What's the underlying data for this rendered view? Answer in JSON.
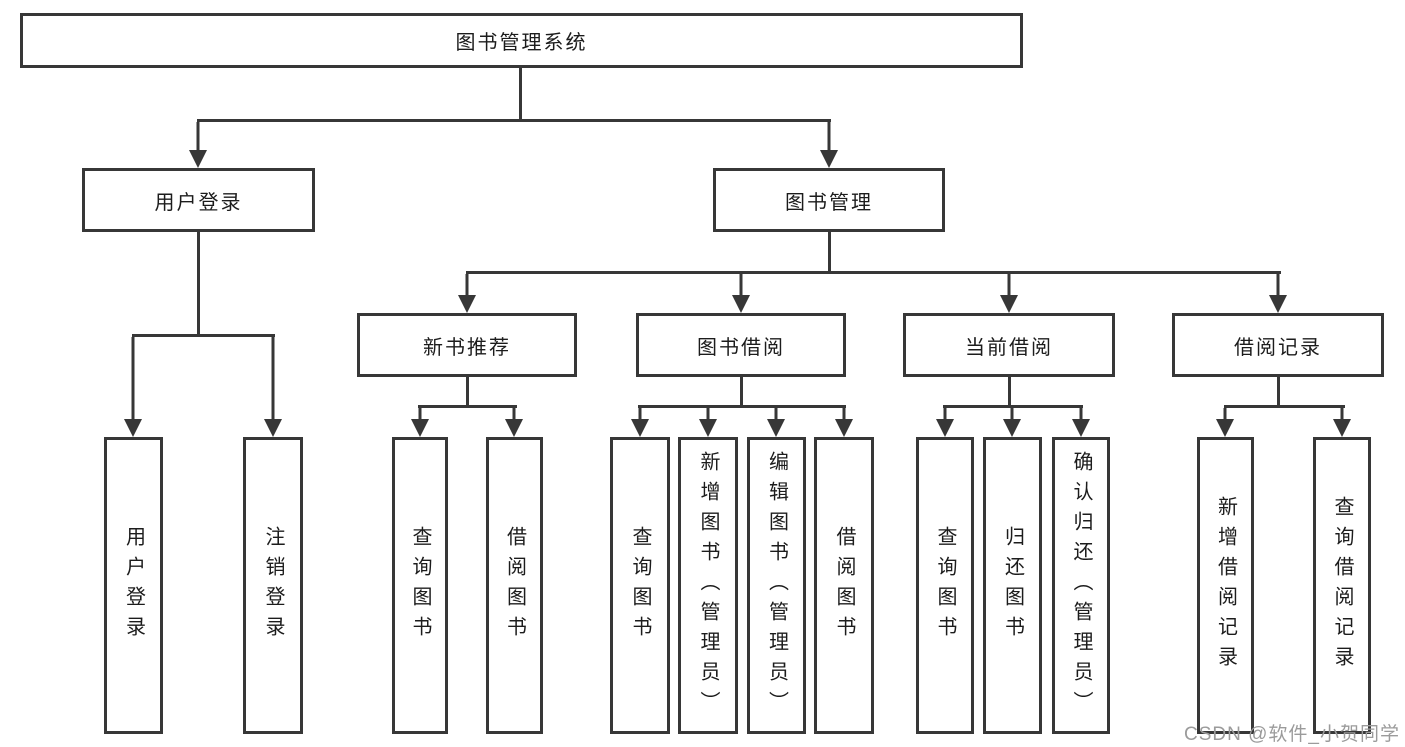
{
  "tree": {
    "label": "图书管理系统",
    "children": [
      {
        "label": "用户登录",
        "children": [
          {
            "label": "用户登录"
          },
          {
            "label": "注销登录"
          }
        ]
      },
      {
        "label": "图书管理",
        "children": [
          {
            "label": "新书推荐",
            "children": [
              {
                "label": "查询图书"
              },
              {
                "label": "借阅图书"
              }
            ]
          },
          {
            "label": "图书借阅",
            "children": [
              {
                "label": "查询图书"
              },
              {
                "label": "新增图书（管理员）"
              },
              {
                "label": "编辑图书（管理员）"
              },
              {
                "label": "借阅图书"
              }
            ]
          },
          {
            "label": "当前借阅",
            "children": [
              {
                "label": "查询图书"
              },
              {
                "label": "归还图书"
              },
              {
                "label": "确认归还（管理员）"
              }
            ]
          },
          {
            "label": "借阅记录",
            "children": [
              {
                "label": "新增借阅记录"
              },
              {
                "label": "查询借阅记录"
              }
            ]
          }
        ]
      }
    ]
  },
  "watermark": {
    "text": "CSDN @软件_小贺同学"
  },
  "colors": {
    "line": "#373737",
    "text": "#1c1c1c",
    "background": "#ffffff",
    "watermark": "#9b9b9b"
  }
}
